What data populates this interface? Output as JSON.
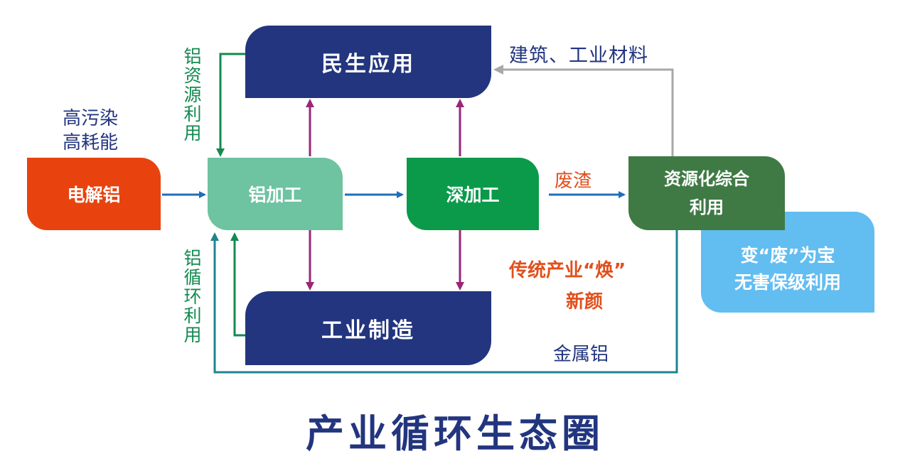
{
  "boxes": {
    "electrolytic_aluminum": {
      "label": "电解铝"
    },
    "aluminum_processing": {
      "label": "铝加工"
    },
    "deep_processing": {
      "label": "深加工"
    },
    "resource_utilization": {
      "line1": "资源化综合",
      "line2": "利用"
    },
    "civil_application": {
      "label": "民生应用"
    },
    "industrial_manufacturing": {
      "label": "工业制造"
    },
    "waste_to_treasure": {
      "line1": "变“废”为宝",
      "line2": "无害保级利用"
    }
  },
  "labels": {
    "high_pollution": "高污染",
    "high_energy": "高耗能",
    "aluminum_resource_use": "铝资源利用",
    "aluminum_recycling_use": "铝循环利用",
    "waste_slag": "废渣",
    "building_materials": "建筑、工业材料",
    "metal_aluminum": "金属铝",
    "tradition_line1": "传统产业“焕”",
    "tradition_line2": "新颜"
  },
  "title": "产业循环生态圈",
  "colors": {
    "electrolytic": "#e8430f",
    "processing": "#6ec3a1",
    "deep": "#0a9a4a",
    "resource": "#3f7a45",
    "navy": "#22357e",
    "light_blue": "#62bdf1",
    "arrow_blue": "#1e6fb8",
    "arrow_green": "#138a50",
    "arrow_purple": "#9a2677",
    "arrow_gray": "#a8a8a8",
    "arrow_teal": "#20848e",
    "text_orange": "#e0501d",
    "text_green": "#138a50",
    "text_navy": "#22357e"
  }
}
